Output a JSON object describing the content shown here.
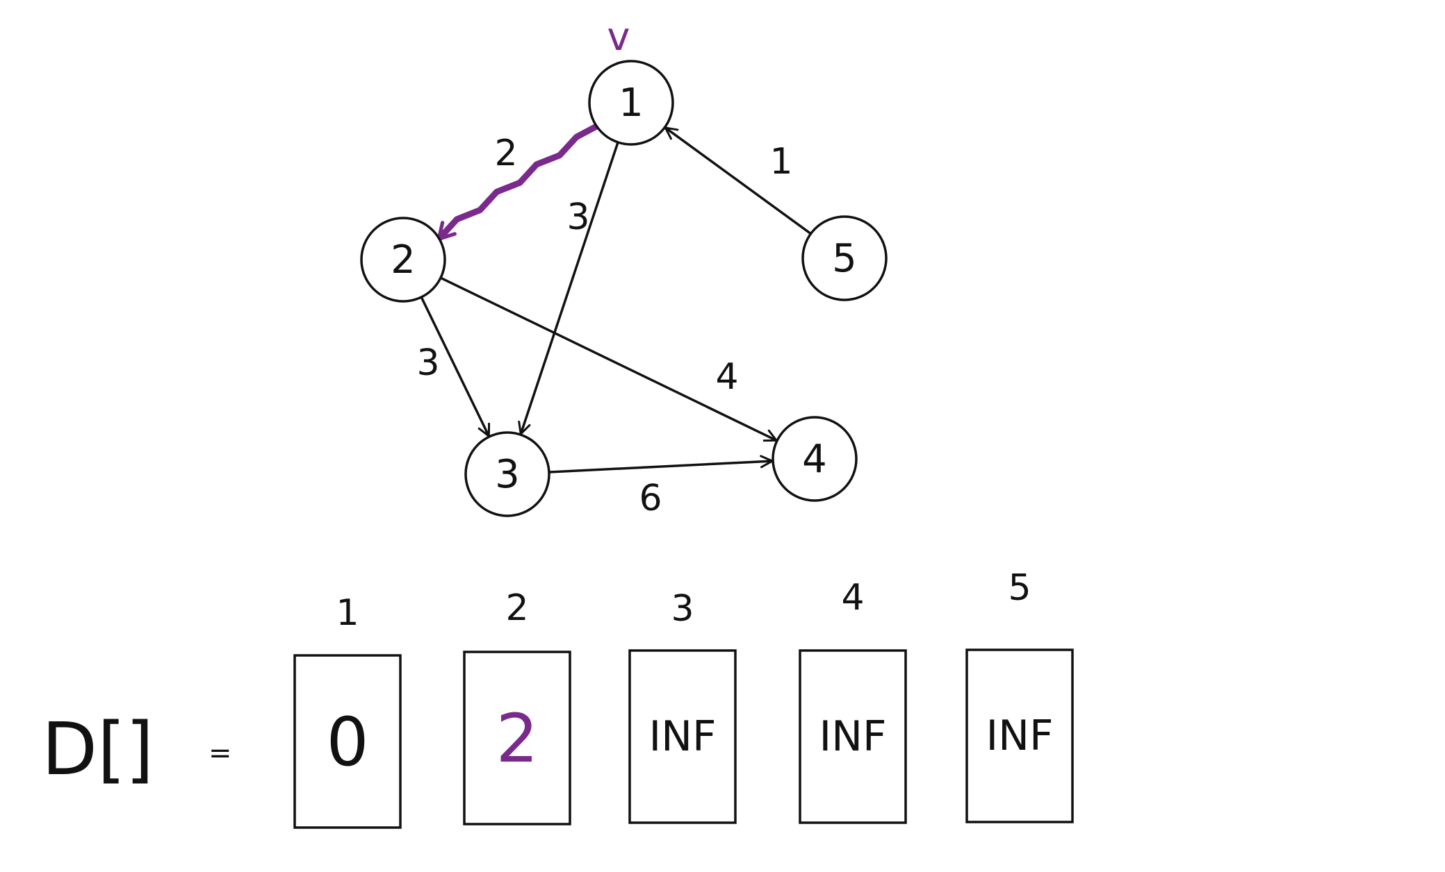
{
  "graph": {
    "start_marker": "v",
    "nodes": [
      {
        "id": "1",
        "label": "1"
      },
      {
        "id": "2",
        "label": "2"
      },
      {
        "id": "3",
        "label": "3"
      },
      {
        "id": "4",
        "label": "4"
      },
      {
        "id": "5",
        "label": "5"
      }
    ],
    "edges": [
      {
        "from": "1",
        "to": "2",
        "weight": "2",
        "highlighted": true
      },
      {
        "from": "1",
        "to": "3",
        "weight": "3",
        "highlighted": false
      },
      {
        "from": "5",
        "to": "1",
        "weight": "1",
        "highlighted": false
      },
      {
        "from": "2",
        "to": "3",
        "weight": "3",
        "highlighted": false
      },
      {
        "from": "2",
        "to": "4",
        "weight": "4",
        "highlighted": false
      },
      {
        "from": "3",
        "to": "4",
        "weight": "6",
        "highlighted": false
      }
    ]
  },
  "array": {
    "label": "D[]",
    "equals": "=",
    "indices": [
      "1",
      "2",
      "3",
      "4",
      "5"
    ],
    "cells": [
      {
        "value": "0",
        "highlighted": false
      },
      {
        "value": "2",
        "highlighted": true
      },
      {
        "value": "INF",
        "highlighted": false
      },
      {
        "value": "INF",
        "highlighted": false
      },
      {
        "value": "INF",
        "highlighted": false
      }
    ]
  },
  "colors": {
    "ink": "#111111",
    "highlight": "#7a2a8c"
  }
}
